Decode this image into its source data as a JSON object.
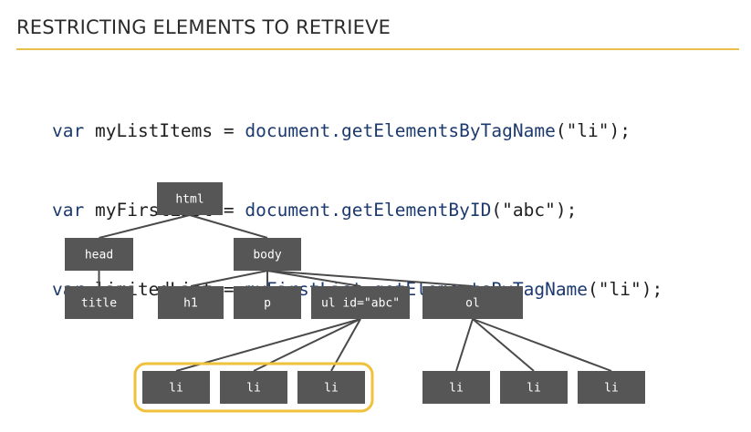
{
  "slide": {
    "title": "RESTRICTING ELEMENTS TO RETRIEVE"
  },
  "code": [
    {
      "kw": "var",
      "name": "myListItems",
      "op": " = ",
      "obj": "document.getElementsByTagName",
      "args": "(\"li\");"
    },
    {
      "kw": "var",
      "name": "myFirstList",
      "op": " = ",
      "obj": "document.getElementByID",
      "args": "(\"abc\");"
    },
    {
      "kw": "var",
      "name": "limitedList",
      "op": " = ",
      "obj": "myFirstList.getElementsByTagName",
      "args": "(\"li\");"
    }
  ],
  "colors": {
    "node_fill": "#565656",
    "node_text": "#ffffff",
    "edge": "#4a4a4a",
    "highlight": "#f0c13a",
    "rule": "#e8c04a"
  },
  "tree": {
    "nodes": [
      {
        "id": "html",
        "label": "html"
      },
      {
        "id": "head",
        "label": "head"
      },
      {
        "id": "body",
        "label": "body"
      },
      {
        "id": "title",
        "label": "title"
      },
      {
        "id": "h1",
        "label": "h1"
      },
      {
        "id": "p",
        "label": "p"
      },
      {
        "id": "ul",
        "label": "ul id=\"abc\""
      },
      {
        "id": "ol",
        "label": "ol"
      },
      {
        "id": "ul_li1",
        "label": "li"
      },
      {
        "id": "ul_li2",
        "label": "li"
      },
      {
        "id": "ul_li3",
        "label": "li"
      },
      {
        "id": "ol_li1",
        "label": "li"
      },
      {
        "id": "ol_li2",
        "label": "li"
      },
      {
        "id": "ol_li3",
        "label": "li"
      }
    ],
    "edges": [
      [
        "html",
        "head"
      ],
      [
        "html",
        "body"
      ],
      [
        "head",
        "title"
      ],
      [
        "body",
        "h1"
      ],
      [
        "body",
        "p"
      ],
      [
        "body",
        "ul"
      ],
      [
        "body",
        "ol"
      ],
      [
        "ul",
        "ul_li1"
      ],
      [
        "ul",
        "ul_li2"
      ],
      [
        "ul",
        "ul_li3"
      ],
      [
        "ol",
        "ol_li1"
      ],
      [
        "ol",
        "ol_li2"
      ],
      [
        "ol",
        "ol_li3"
      ]
    ],
    "highlighted": [
      "ul_li1",
      "ul_li2",
      "ul_li3"
    ]
  }
}
